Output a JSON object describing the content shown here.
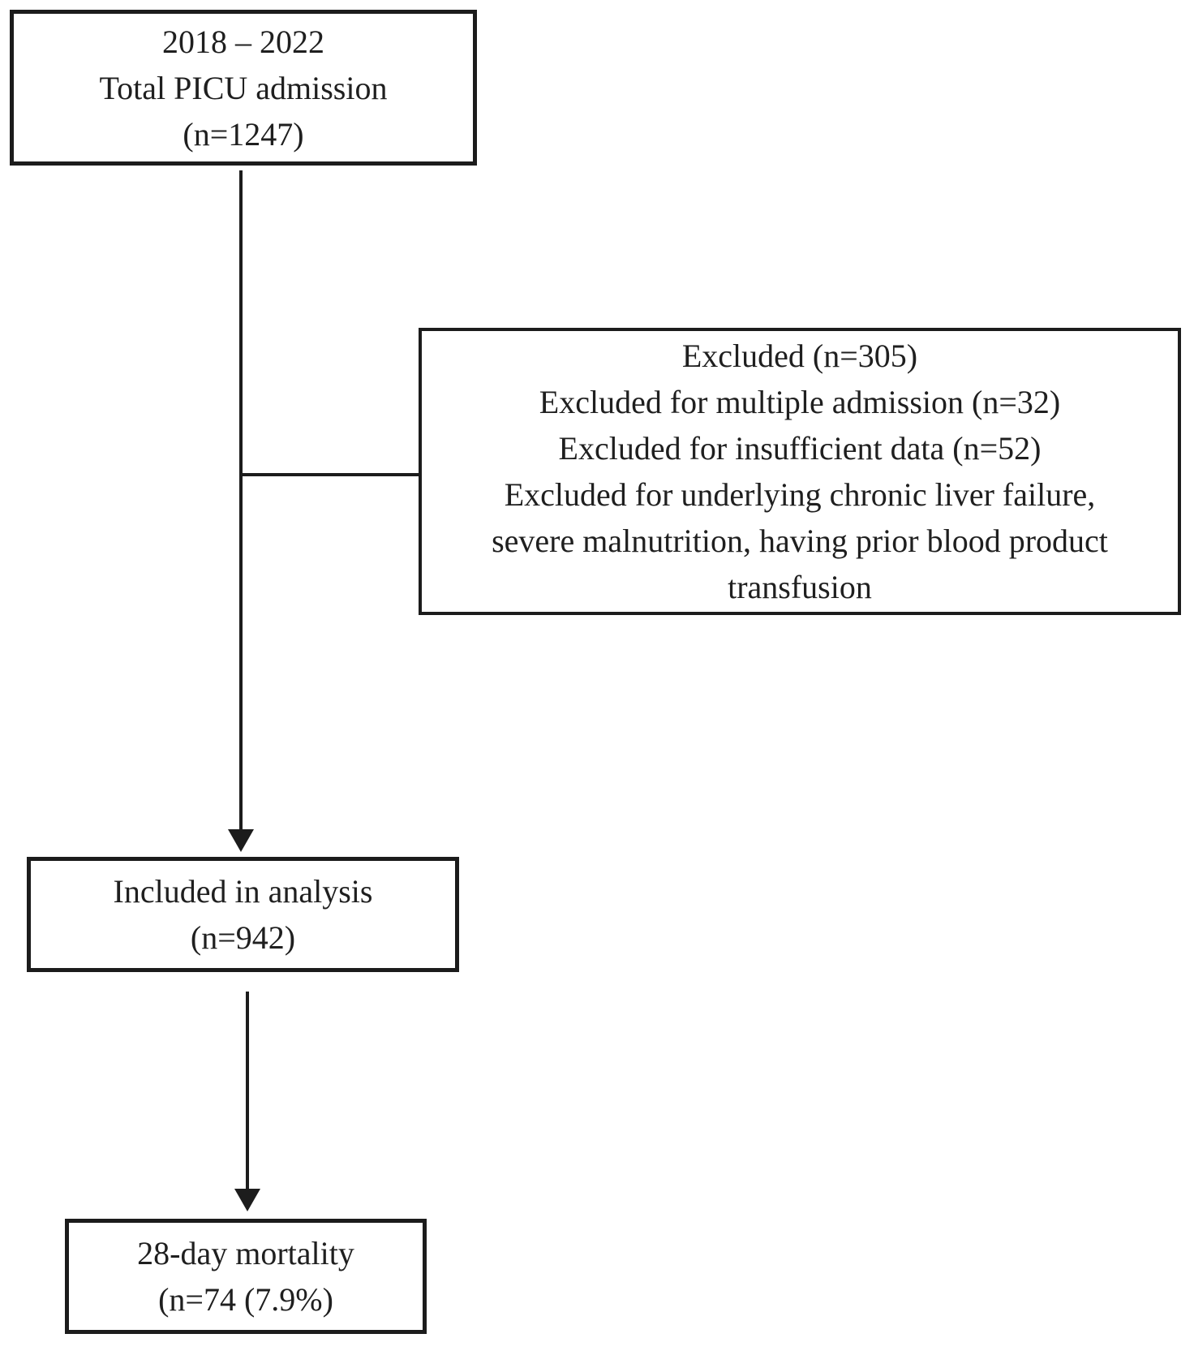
{
  "flowchart": {
    "total_box": {
      "lines": [
        "2018 – 2022",
        "Total PICU admission",
        "(n=1247)"
      ]
    },
    "excluded_box": {
      "lines": [
        "Excluded (n=305)",
        "Excluded for multiple admission (n=32)",
        "Excluded for insufficient data (n=52)",
        "Excluded for underlying chronic liver failure,",
        "severe malnutrition, having prior blood product",
        "transfusion"
      ]
    },
    "included_box": {
      "lines": [
        "Included in analysis",
        "(n=942)"
      ]
    },
    "mortality_box": {
      "lines": [
        "28-day mortality",
        "(n=74 (7.9%)"
      ]
    },
    "colors": {
      "line": "#1c1c1c",
      "text": "#1f1f1f",
      "background": "#ffffff"
    }
  }
}
